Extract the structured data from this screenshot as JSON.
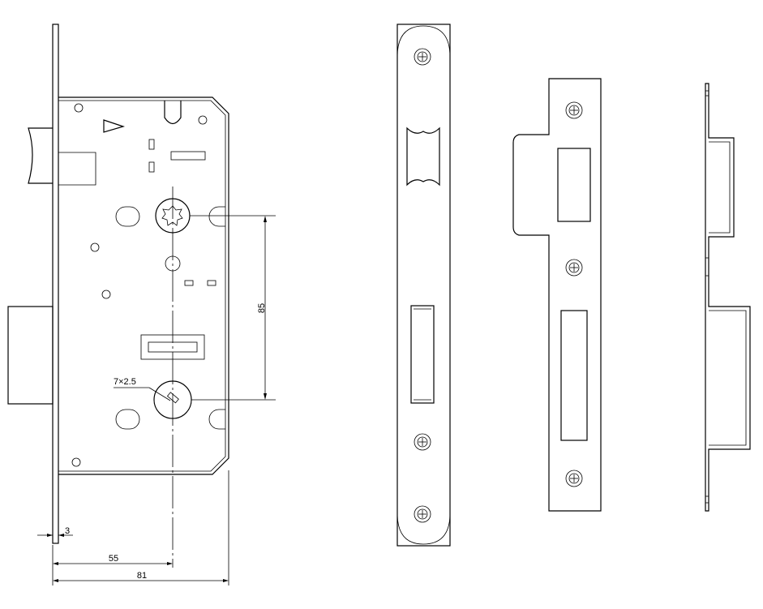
{
  "dimensions": {
    "center_distance": "85",
    "cylinder_spec": "7×2.5",
    "faceplate_thickness": "3",
    "backset": "55",
    "total_depth": "81"
  },
  "colors": {
    "line": "#000000",
    "background": "#ffffff"
  }
}
